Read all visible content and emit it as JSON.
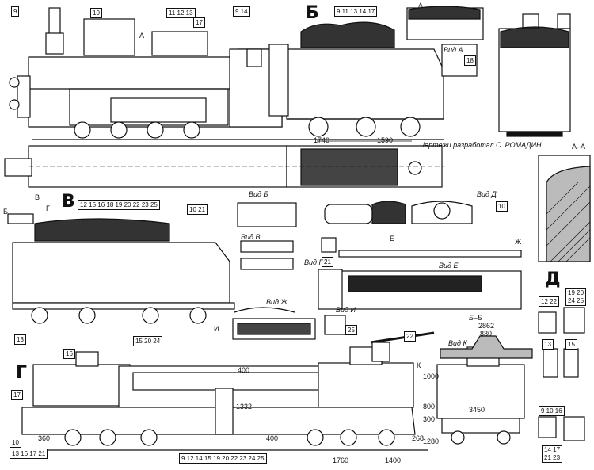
{
  "sections": {
    "b": "Б",
    "v": "В",
    "g": "Г",
    "d": "Д"
  },
  "credit": "Чертежи разработал С. РОМАДИН",
  "views": {
    "a": "А",
    "aa": "А–А",
    "b_view": "Вид Б",
    "v_view": "Вид В",
    "g_view": "Вид Г",
    "d_view": "Вид Д",
    "e_view": "Вид Е",
    "zh_view": "Вид Ж",
    "i_view": "Вид И",
    "k_view": "Вид К",
    "a_view": "Вид А",
    "bb": "Б–Б",
    "mark_b": "Б",
    "mark_v": "В",
    "mark_g": "Г",
    "mark_e": "Е",
    "mark_zh": "Ж",
    "mark_i": "И",
    "mark_k": "К"
  },
  "callouts": {
    "c9": "9",
    "c10": "10",
    "c11": "11 12 13",
    "c17": "17",
    "c9_14": "9 14",
    "c9_17": "9 11 13 14 17",
    "c18": "18",
    "v_parts": "12 15 16 18 19 20 22 23 25",
    "c10_21": "10 21",
    "c10b": "10",
    "c21": "21",
    "c25": "25",
    "c13": "13",
    "c16": "16",
    "c15_24": "15 20 24",
    "c22": "22",
    "c17b": "17",
    "c10_17": "10",
    "c13_21": "13 16 17 21",
    "g_parts": "9 12 14 15 19 20 22 23 24 25",
    "d_12_22": "12 22",
    "d_19_25": "19 20\n24 25",
    "d_13": "13",
    "d_15": "15",
    "d_9_10_16": "9 10 16",
    "d_14_21": "14 17\n21 23"
  },
  "dimensions": {
    "d1740": "1740",
    "d1590": "1590",
    "d2862": "2862",
    "d830": "830",
    "d1000": "1000",
    "d800": "800",
    "d300": "300",
    "d1280": "1280",
    "d3450": "3450",
    "d400": "400",
    "d1332": "1332",
    "d360": "360",
    "d268": "268",
    "d1760": "1760",
    "d1400": "1400",
    "d400b": "400"
  }
}
